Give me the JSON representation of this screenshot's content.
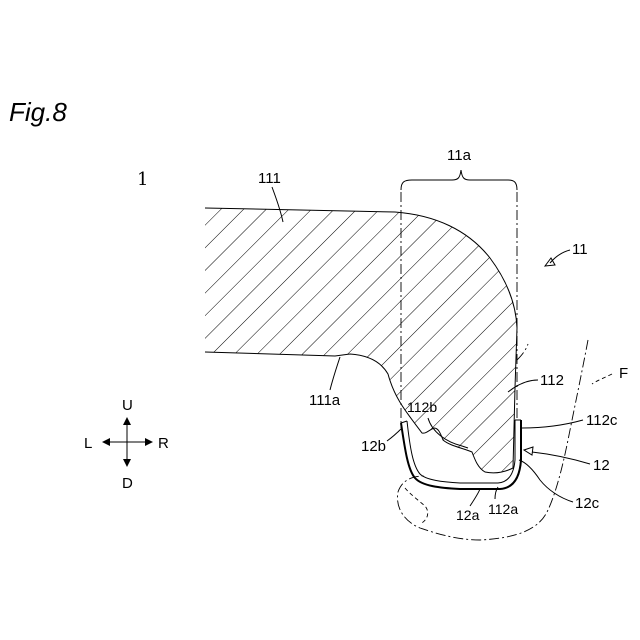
{
  "figure": {
    "title": "Fig.8",
    "device_ref": "1",
    "labels": {
      "l_11": "11",
      "l_11a": "11a",
      "l_111": "111",
      "l_111a": "111a",
      "l_112": "112",
      "l_112a": "112a",
      "l_112b": "112b",
      "l_112c": "112c",
      "l_12": "12",
      "l_12a": "12a",
      "l_12b": "12b",
      "l_12c": "12c",
      "l_F": "F"
    },
    "directions": {
      "up": "U",
      "down": "D",
      "left": "L",
      "right": "R"
    }
  }
}
